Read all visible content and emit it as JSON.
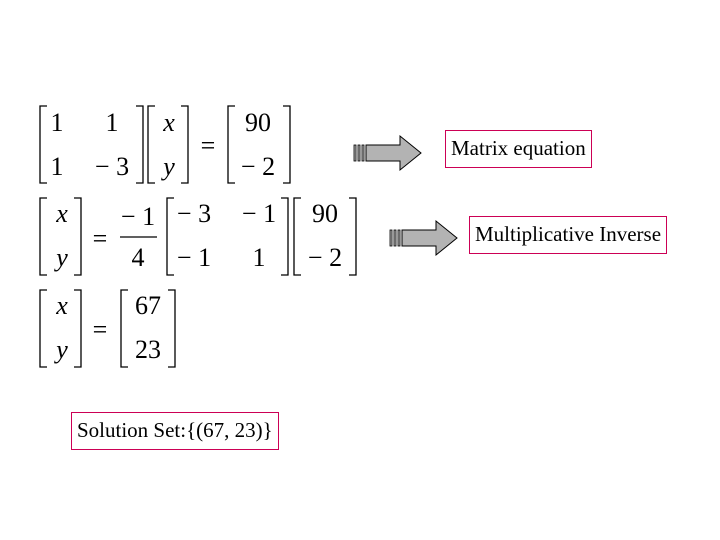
{
  "slide": {
    "equation1": {
      "coeff": [
        [
          "1",
          "1"
        ],
        [
          "1",
          "− 3"
        ]
      ],
      "vars": [
        "x",
        "y"
      ],
      "equals": "=",
      "rhs": [
        "90",
        "− 2"
      ]
    },
    "equation2": {
      "lhs": [
        "x",
        "y"
      ],
      "equals": "=",
      "frac_num": "− 1",
      "frac_den": "4",
      "inv": [
        [
          "− 3",
          "− 1"
        ],
        [
          "− 1",
          "1"
        ]
      ],
      "rhs": [
        "90",
        "− 2"
      ]
    },
    "equation3": {
      "lhs": [
        "x",
        "y"
      ],
      "equals": "=",
      "rhs": [
        "67",
        "23"
      ]
    },
    "labels": {
      "matrix_equation": "Matrix equation",
      "multiplicative_inverse": "Multiplicative Inverse",
      "solution": "Solution Set:{(67, 23)}"
    },
    "colors": {
      "box_border": "#cc0055",
      "arrow_fill": "#b3b3b3"
    },
    "icons": {
      "arrow": "block-right-arrow-icon"
    }
  }
}
